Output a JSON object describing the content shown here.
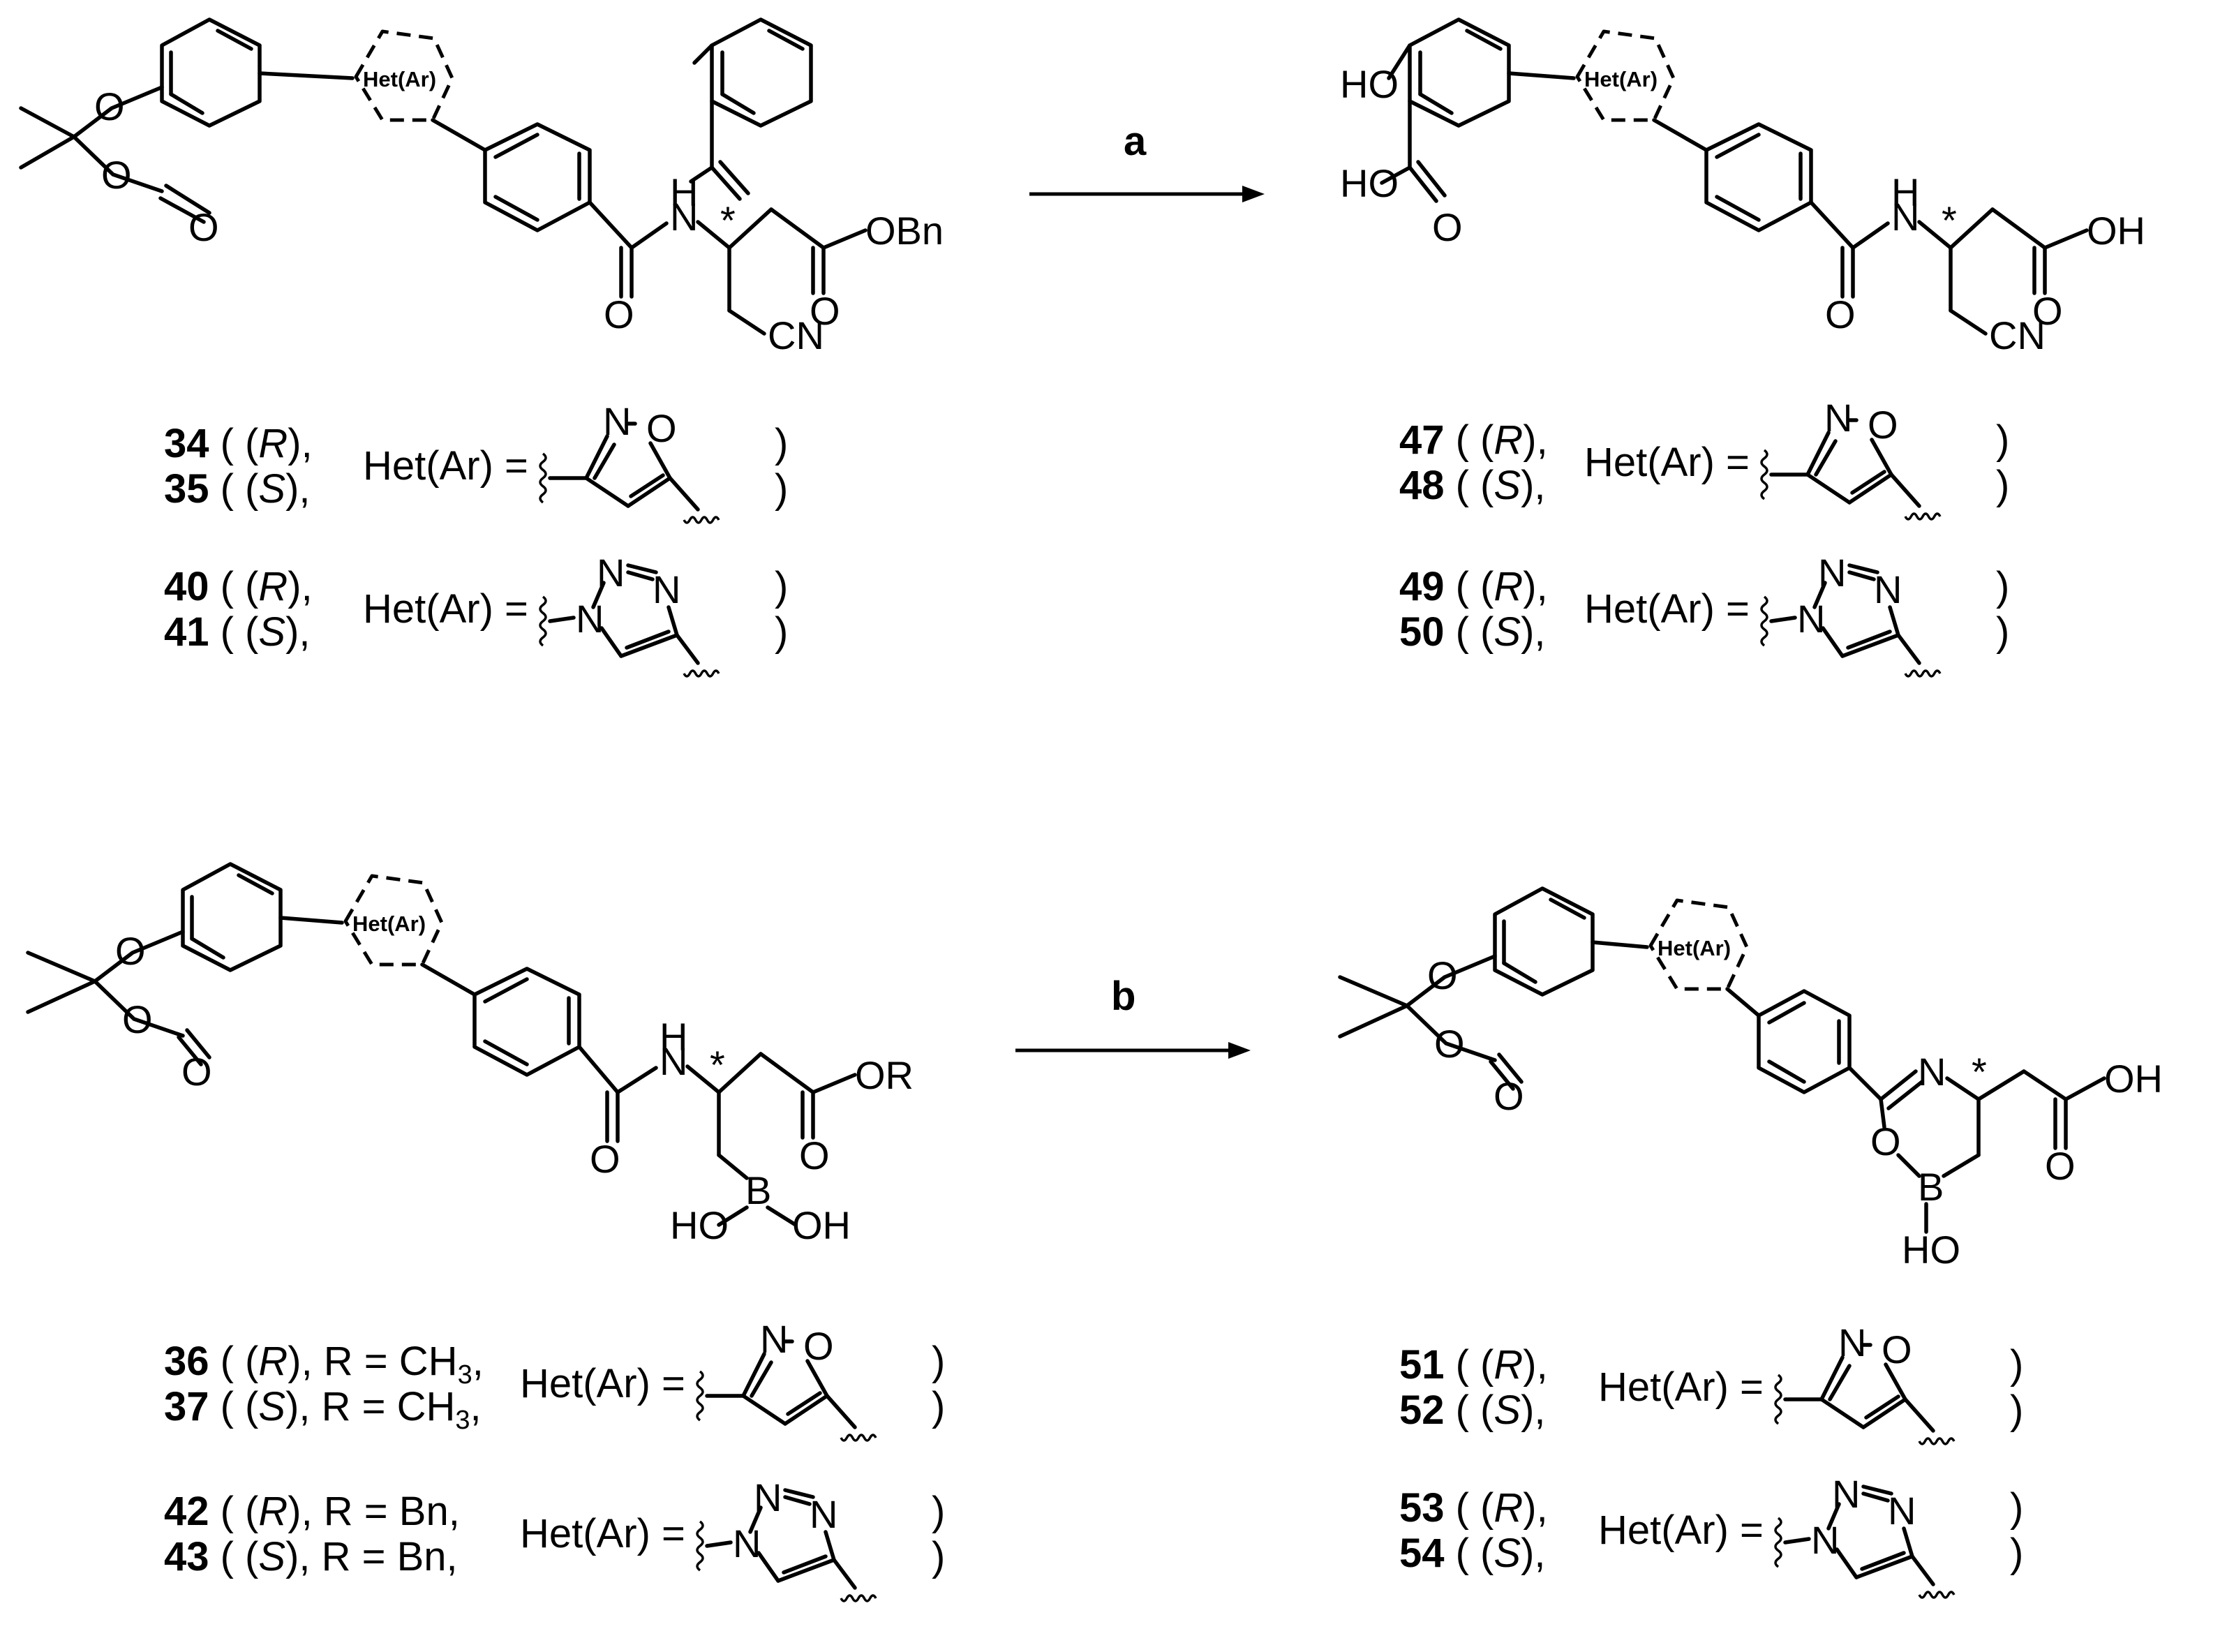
{
  "reactions": [
    {
      "reagent": "a",
      "start": {
        "atoms": {
          "o_ring1": "O",
          "o_ring2": "O",
          "o_carbonyl": "O",
          "het": "Het(Ar)",
          "nh_h": "H",
          "nh_n": "N",
          "star": "*",
          "amide_o": "O",
          "ester_o": "O",
          "ester_or": "OBn",
          "cn": "CN"
        },
        "legend": [
          {
            "lines": [
              {
                "cpd": "34",
                "rest": " ( (",
                "cfg": "R",
                "tail": "),"
              },
              {
                "cpd": "35",
                "rest": " ( (",
                "cfg": "S",
                "tail": "),"
              }
            ],
            "het_label": "Het(Ar) =",
            "hetero_type": "isoxazole",
            "ring_atoms": [
              "N",
              "O"
            ]
          },
          {
            "lines": [
              {
                "cpd": "40",
                "rest": " ( (",
                "cfg": "R",
                "tail": "),"
              },
              {
                "cpd": "41",
                "rest": " ( (",
                "cfg": "S",
                "tail": "),"
              }
            ],
            "het_label": "Het(Ar) =",
            "hetero_type": "1,2,3-triazole",
            "ring_atoms": [
              "N",
              "N",
              "N"
            ]
          }
        ]
      },
      "product": {
        "atoms": {
          "ho_phenol": "HO",
          "ho_acid": "HO",
          "acid_o": "O",
          "het": "Het(Ar)",
          "nh_h": "H",
          "nh_n": "N",
          "star": "*",
          "amide_o": "O",
          "acid2_o": "O",
          "acid2_oh": "OH",
          "cn": "CN"
        },
        "legend": [
          {
            "lines": [
              {
                "cpd": "47",
                "rest": " ( (",
                "cfg": "R",
                "tail": "),"
              },
              {
                "cpd": "48",
                "rest": " ( (",
                "cfg": "S",
                "tail": "),"
              }
            ],
            "het_label": "Het(Ar) =",
            "hetero_type": "isoxazole",
            "ring_atoms": [
              "N",
              "O"
            ]
          },
          {
            "lines": [
              {
                "cpd": "49",
                "rest": " ( (",
                "cfg": "R",
                "tail": "),"
              },
              {
                "cpd": "50",
                "rest": " ( (",
                "cfg": "S",
                "tail": "),"
              }
            ],
            "het_label": "Het(Ar) =",
            "hetero_type": "1,2,3-triazole",
            "ring_atoms": [
              "N",
              "N",
              "N"
            ]
          }
        ]
      }
    },
    {
      "reagent": "b",
      "start": {
        "atoms": {
          "o_ring1": "O",
          "o_ring2": "O",
          "o_carbonyl": "O",
          "het": "Het(Ar)",
          "nh_h": "H",
          "nh_n": "N",
          "star": "*",
          "amide_o": "O",
          "ester_o": "O",
          "ester_or": "OR",
          "boron": "B",
          "b_oh1": "HO",
          "b_oh2": "OH"
        },
        "legend": [
          {
            "lines": [
              {
                "cpd": "36",
                "rest": " ( (",
                "cfg": "R",
                "tail": "), R = CH",
                "sub": "3",
                "tail2": ","
              },
              {
                "cpd": "37",
                "rest": " ( (",
                "cfg": "S",
                "tail": "), R = CH",
                "sub": "3",
                "tail2": ","
              }
            ],
            "het_label": "Het(Ar) =",
            "hetero_type": "isoxazole",
            "ring_atoms": [
              "N",
              "O"
            ]
          },
          {
            "lines": [
              {
                "cpd": "42",
                "rest": " ( (",
                "cfg": "R",
                "tail": "), R = Bn,",
                "sub": "",
                "tail2": ""
              },
              {
                "cpd": "43",
                "rest": " ( (",
                "cfg": "S",
                "tail": "), R = Bn,",
                "sub": "",
                "tail2": ""
              }
            ],
            "het_label": "Het(Ar) =",
            "hetero_type": "1,2,3-triazole",
            "ring_atoms": [
              "N",
              "N",
              "N"
            ]
          }
        ]
      },
      "product": {
        "atoms": {
          "o_ring1": "O",
          "o_ring2": "O",
          "o_carbonyl": "O",
          "het": "Het(Ar)",
          "ring_n": "N",
          "star": "*",
          "ring_o": "O",
          "boron": "B",
          "b_oh": "HO",
          "acid_o": "O",
          "acid_oh": "OH"
        },
        "legend": [
          {
            "lines": [
              {
                "cpd": "51",
                "rest": " ( (",
                "cfg": "R",
                "tail": "),"
              },
              {
                "cpd": "52",
                "rest": " ( (",
                "cfg": "S",
                "tail": "),"
              }
            ],
            "het_label": "Het(Ar) =",
            "hetero_type": "isoxazole",
            "ring_atoms": [
              "N",
              "O"
            ]
          },
          {
            "lines": [
              {
                "cpd": "53",
                "rest": " ( (",
                "cfg": "R",
                "tail": "),"
              },
              {
                "cpd": "54",
                "rest": " ( (",
                "cfg": "S",
                "tail": "),"
              }
            ],
            "het_label": "Het(Ar) =",
            "hetero_type": "1,2,3-triazole",
            "ring_atoms": [
              "N",
              "N",
              "N"
            ]
          }
        ]
      }
    }
  ],
  "closing_paren": ")"
}
